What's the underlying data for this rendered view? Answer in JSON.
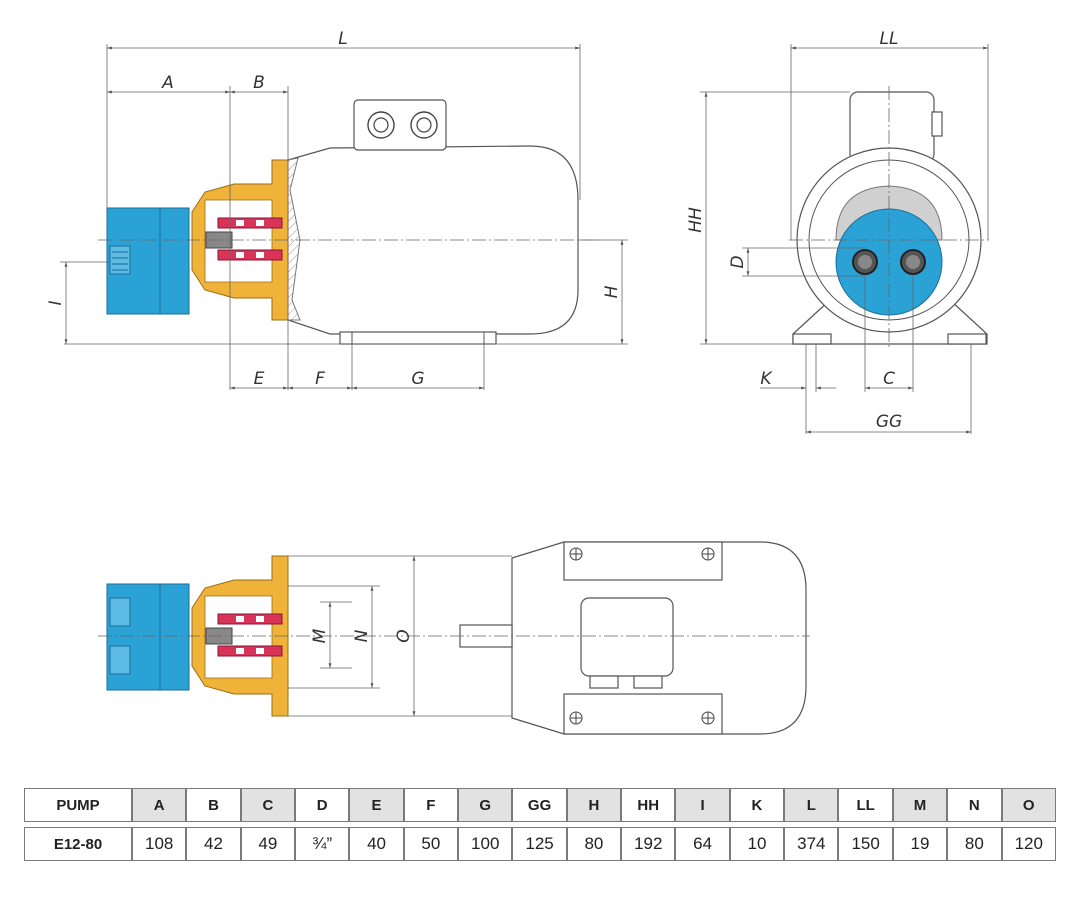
{
  "labels": {
    "L": "L",
    "A": "A",
    "B": "B",
    "E": "E",
    "F": "F",
    "G": "G",
    "H": "H",
    "I": "I",
    "LL": "LL",
    "HH": "HH",
    "D": "D",
    "K": "K",
    "C": "C",
    "GG": "GG",
    "M": "M",
    "N": "N",
    "O": "O"
  },
  "table": {
    "headers": [
      "PUMP",
      "A",
      "B",
      "C",
      "D",
      "E",
      "F",
      "G",
      "GG",
      "H",
      "HH",
      "I",
      "K",
      "L",
      "LL",
      "M",
      "N",
      "O"
    ],
    "rows": [
      [
        "E12-80",
        "108",
        "42",
        "49",
        "¾”",
        "40",
        "50",
        "100",
        "125",
        "80",
        "192",
        "64",
        "10",
        "374",
        "150",
        "19",
        "80",
        "120"
      ]
    ]
  },
  "colors": {
    "pump_blue": "#2aa2d6",
    "housing_brass": "#f0b33a",
    "seal_red": "#d8345a"
  }
}
